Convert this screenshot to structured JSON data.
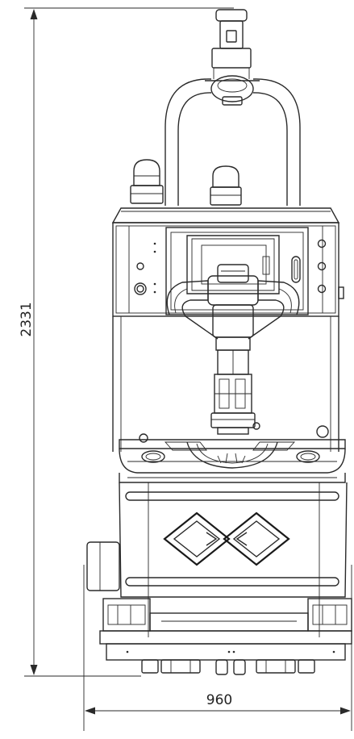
{
  "dimensions": {
    "height_label": "2331",
    "width_label": "960"
  },
  "drawing": {
    "background": "#ffffff",
    "line_color": "#2a2a2a",
    "arrow_icon": "arrowhead"
  }
}
